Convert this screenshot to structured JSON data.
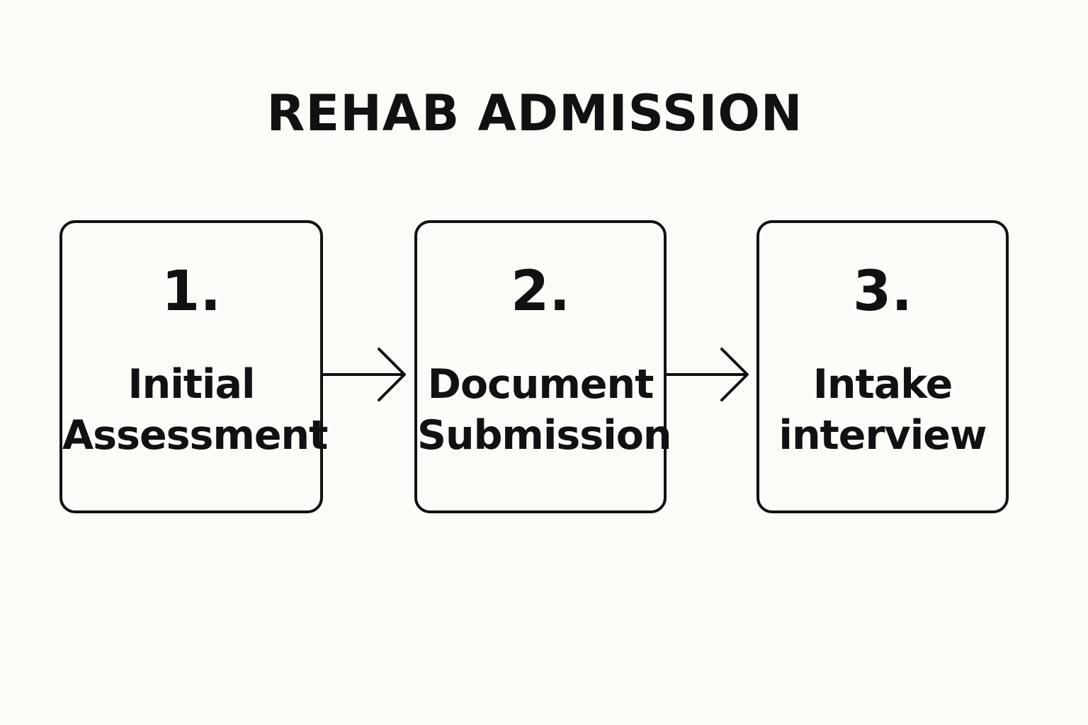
{
  "title": "REHAB ADMISSION",
  "steps": [
    {
      "number": "1.",
      "line1": "Initial",
      "line2": "Assessment"
    },
    {
      "number": "2.",
      "line1": "Document",
      "line2": "Submission"
    },
    {
      "number": "3.",
      "line1": "Intake",
      "line2": "interview"
    }
  ],
  "colors": {
    "background": "#fcfbf7",
    "stroke": "#111111",
    "text": "#111111"
  }
}
